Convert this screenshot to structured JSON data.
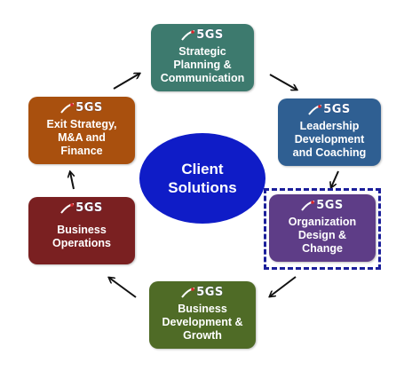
{
  "center": {
    "label": "Client\nSolutions",
    "color": "#0f1cc7"
  },
  "logo_text": "5GS",
  "boxes": [
    {
      "id": "strategic",
      "label": "Strategic\nPlanning &\nCommunication",
      "color": "#3d7a6e"
    },
    {
      "id": "leadership",
      "label": "Leadership\nDevelopment\nand Coaching",
      "color": "#2f5f92"
    },
    {
      "id": "organization",
      "label": "Organization\nDesign &\nChange",
      "color": "#5e3d87"
    },
    {
      "id": "business-dev",
      "label": "Business\nDevelopment &\nGrowth",
      "color": "#4f6b26"
    },
    {
      "id": "business-ops",
      "label": "Business\nOperations",
      "color": "#7a2021"
    },
    {
      "id": "exit",
      "label": "Exit Strategy,\nM&A and\nFinance",
      "color": "#a9500e"
    }
  ]
}
